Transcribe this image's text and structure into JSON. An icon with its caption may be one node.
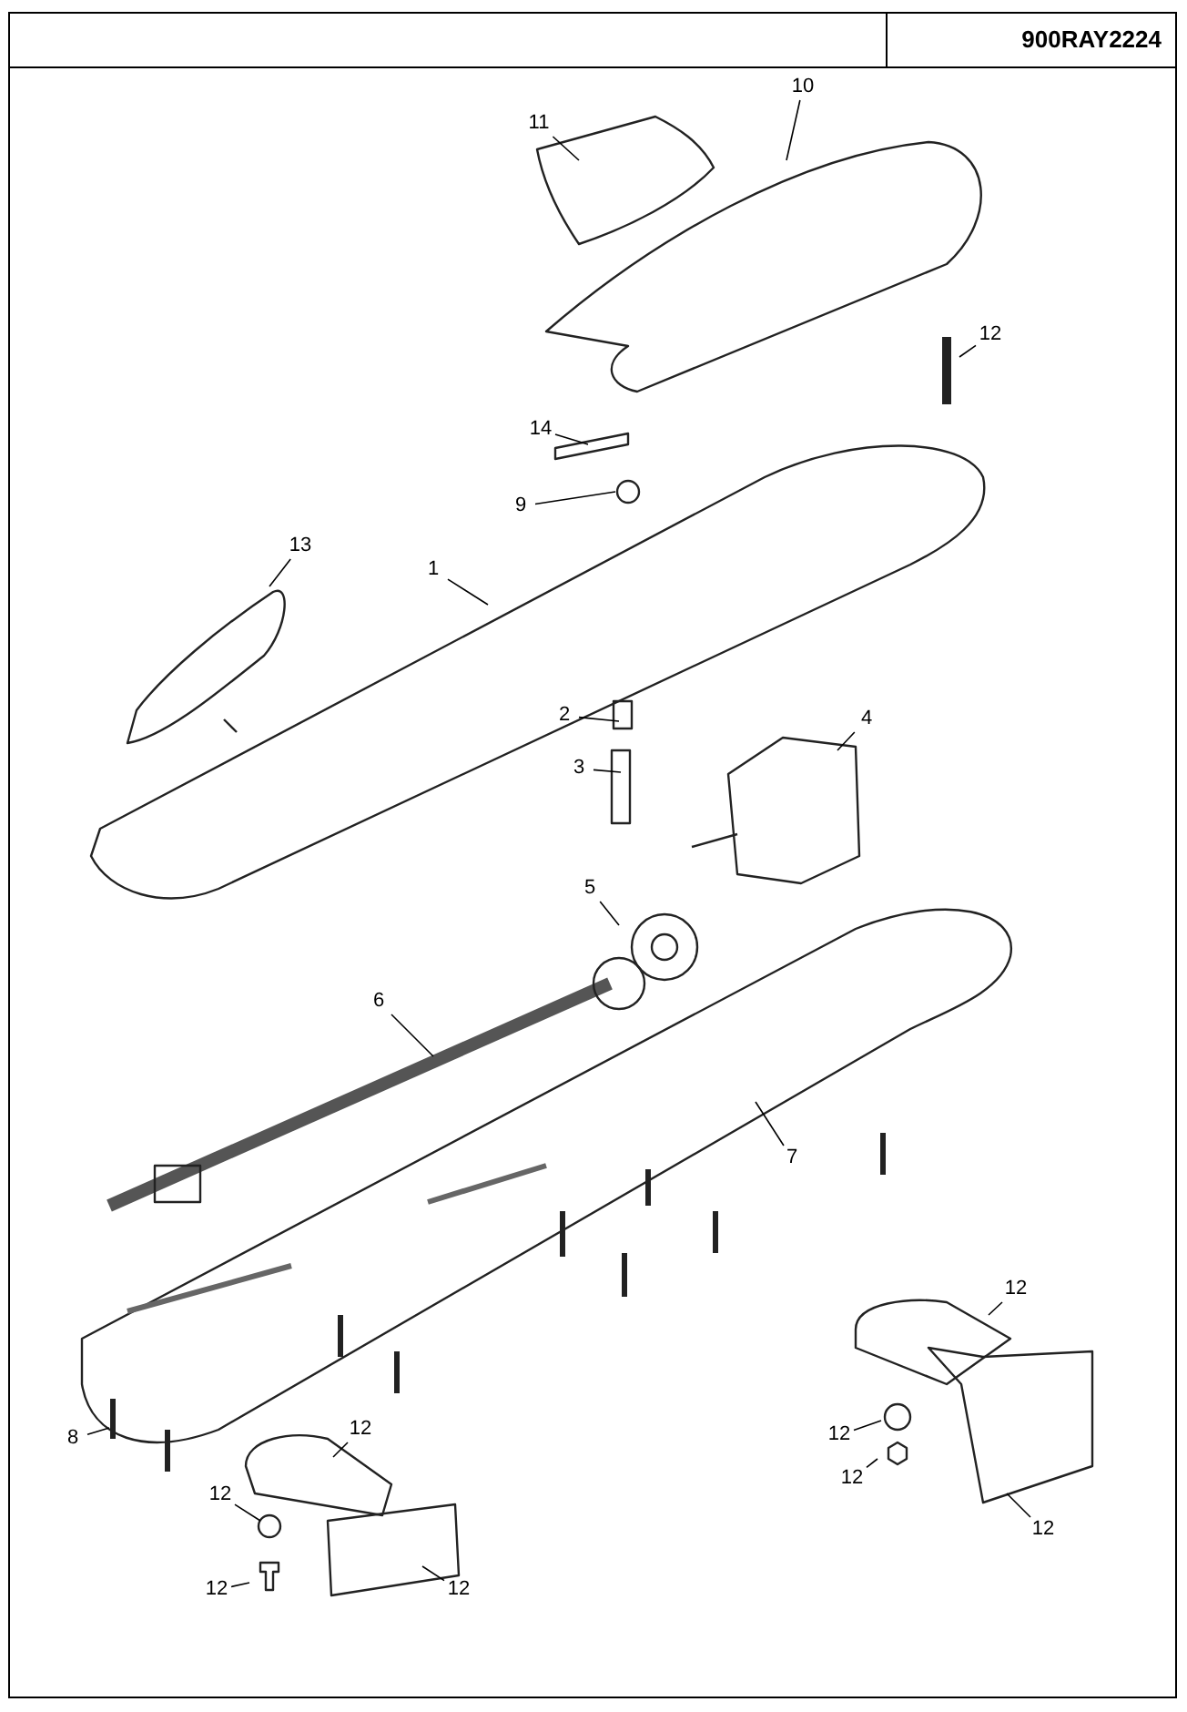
{
  "diagram": {
    "title": "900RAY2224",
    "nodes": [
      {
        "text": [
          "10"
        ]
      },
      {
        "text": [
          "11"
        ]
      },
      {
        "text": [
          "12"
        ]
      },
      {
        "text": [
          "14"
        ]
      },
      {
        "text": [
          "9"
        ]
      },
      {
        "text": [
          "13"
        ]
      },
      {
        "text": [
          "1"
        ]
      },
      {
        "text": [
          "2"
        ]
      },
      {
        "text": [
          "4"
        ]
      },
      {
        "text": [
          "3"
        ]
      },
      {
        "text": [
          "5"
        ]
      },
      {
        "text": [
          "6"
        ]
      },
      {
        "text": [
          "7"
        ]
      },
      {
        "text": [
          "12"
        ]
      },
      {
        "text": [
          "12"
        ]
      },
      {
        "text": [
          "12"
        ]
      },
      {
        "text": [
          "8"
        ]
      },
      {
        "text": [
          "12"
        ]
      },
      {
        "text": [
          "12"
        ]
      },
      {
        "text": [
          "12"
        ]
      },
      {
        "text": [
          "12"
        ]
      },
      {
        "text": [
          "12"
        ]
      }
    ],
    "edges": [
      {
        "from": 0,
        "to": null,
        "arrow": "none"
      },
      {
        "from": 1,
        "to": null,
        "arrow": "none"
      },
      {
        "from": 2,
        "to": null,
        "arrow": "none"
      },
      {
        "from": 3,
        "to": null,
        "arrow": "none"
      },
      {
        "from": 4,
        "to": null,
        "arrow": "none"
      },
      {
        "from": 5,
        "to": null,
        "arrow": "none"
      },
      {
        "from": 6,
        "to": null,
        "arrow": "none"
      },
      {
        "from": 7,
        "to": null,
        "arrow": "none"
      },
      {
        "from": 8,
        "to": null,
        "arrow": "none"
      },
      {
        "from": 9,
        "to": null,
        "arrow": "none"
      },
      {
        "from": 10,
        "to": null,
        "arrow": "none"
      },
      {
        "from": 11,
        "to": null,
        "arrow": "none"
      },
      {
        "from": 12,
        "to": null,
        "arrow": "none"
      },
      {
        "from": 13,
        "to": null,
        "arrow": "none"
      },
      {
        "from": 14,
        "to": null,
        "arrow": "none"
      },
      {
        "from": 15,
        "to": null,
        "arrow": "none"
      },
      {
        "from": 16,
        "to": null,
        "arrow": "none"
      },
      {
        "from": 17,
        "to": null,
        "arrow": "none"
      },
      {
        "from": 18,
        "to": null,
        "arrow": "none"
      },
      {
        "from": 19,
        "to": null,
        "arrow": "none"
      },
      {
        "from": 20,
        "to": null,
        "arrow": "none"
      },
      {
        "from": 21,
        "to": null,
        "arrow": "none"
      }
    ]
  }
}
